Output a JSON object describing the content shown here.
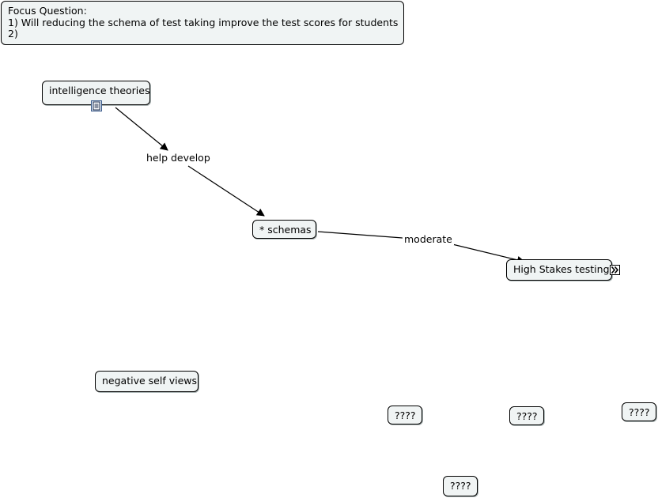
{
  "focus_question": {
    "line1": "Focus Question:",
    "line2": "1) Will reducing the schema of test taking improve the test scores for students",
    "line3": "2)"
  },
  "concepts": {
    "intelligence_theories": "intelligence theories",
    "schemas": "* schemas",
    "high_stakes_testing": "High Stakes testing",
    "negative_self_views": "negative self views",
    "placeholder_1": "????",
    "placeholder_2": "????",
    "placeholder_3": "????",
    "placeholder_4": "????"
  },
  "links": {
    "help_develop": "help develop",
    "moderate": "moderate"
  },
  "icons": {
    "resource": "document-resource-icon",
    "expand": "double-chevron-right-icon"
  }
}
